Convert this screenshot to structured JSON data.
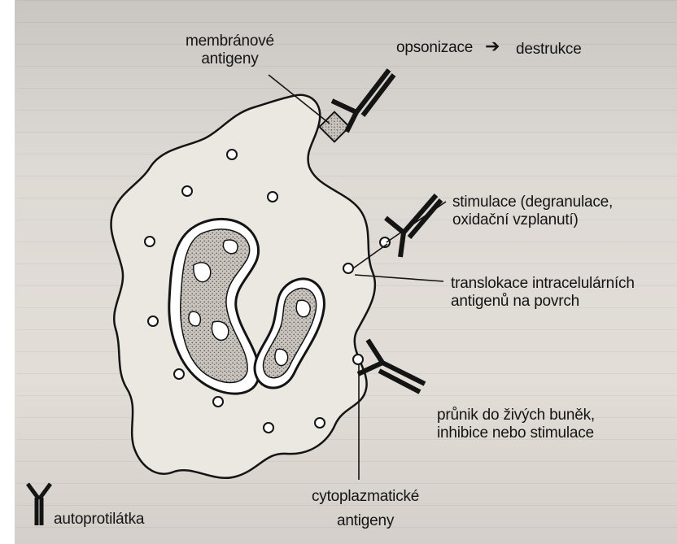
{
  "labels": {
    "membrane_antigens": [
      "membránové",
      "antigeny"
    ],
    "opsonization": "opsonizace",
    "arrow": "➔",
    "destruction": "destrukce",
    "stimulation": [
      "stimulace (degranulace,",
      "oxidační vzplanutí)"
    ],
    "translocation": [
      "translokace intracelulárních",
      "antigenů na povrch"
    ],
    "penetration": [
      "průnik do živých buněk,",
      "inhibice nebo stimulace"
    ],
    "cytoplasmic": [
      "cytoplazmatické",
      "antigeny"
    ],
    "autoantibody": "autoprotilátka"
  },
  "colors": {
    "ink": "#141414",
    "cell_fill": "#eae6e0",
    "nucleus_stipple": "#8a8580"
  }
}
